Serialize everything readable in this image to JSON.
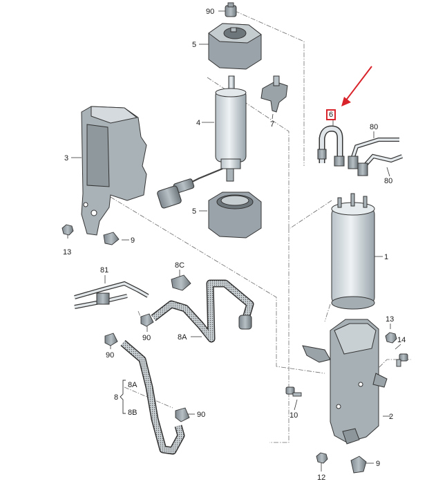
{
  "labels": {
    "l90_top": "90",
    "l5_top": "5",
    "l4": "4",
    "l7": "7",
    "l3": "3",
    "l13_left": "13",
    "l9_left": "9",
    "l5_bottom": "5",
    "l6": "6",
    "l80_top": "80",
    "l80_bottom": "80",
    "l1": "1",
    "l81": "81",
    "l8C": "8C",
    "l90_mid": "90",
    "l8A_mid": "8A",
    "l90_low": "90",
    "l8": "8",
    "l8A_brace": "8A",
    "l8B_brace": "8B",
    "l90_bottom": "90",
    "l13_right": "13",
    "l14": "14",
    "l10": "10",
    "l2": "2",
    "l12": "12",
    "l9_right": "9"
  },
  "highlight": {
    "color": "#d9232a",
    "target": "6"
  }
}
